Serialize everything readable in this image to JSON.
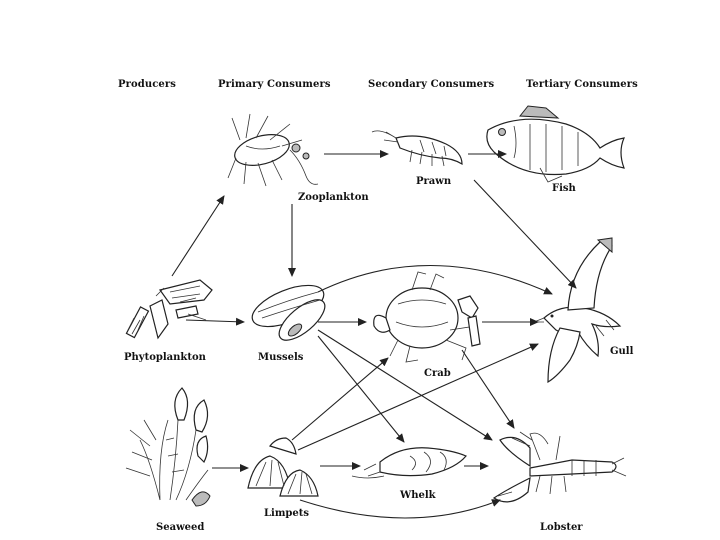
{
  "headers": {
    "producers": "Producers",
    "primary": "Primary Consumers",
    "secondary": "Secondary Consumers",
    "tertiary": "Tertiary Consumers"
  },
  "organisms": {
    "zooplankton": "Zooplankton",
    "prawn": "Prawn",
    "fish": "Fish",
    "phytoplankton": "Phytoplankton",
    "mussels": "Mussels",
    "crab": "Crab",
    "gull": "Gull",
    "seaweed": "Seaweed",
    "limpets": "Limpets",
    "whelk": "Whelk",
    "lobster": "Lobster"
  },
  "links": [
    [
      "phytoplankton",
      "zooplankton"
    ],
    [
      "phytoplankton",
      "mussels"
    ],
    [
      "zooplankton",
      "prawn"
    ],
    [
      "zooplankton",
      "mussels"
    ],
    [
      "prawn",
      "fish"
    ],
    [
      "prawn",
      "gull"
    ],
    [
      "mussels",
      "crab"
    ],
    [
      "mussels",
      "gull"
    ],
    [
      "mussels",
      "whelk"
    ],
    [
      "mussels",
      "lobster"
    ],
    [
      "crab",
      "gull"
    ],
    [
      "crab",
      "lobster"
    ],
    [
      "seaweed",
      "limpets"
    ],
    [
      "limpets",
      "crab"
    ],
    [
      "limpets",
      "gull"
    ],
    [
      "limpets",
      "whelk"
    ],
    [
      "limpets",
      "lobster"
    ],
    [
      "whelk",
      "lobster"
    ]
  ]
}
